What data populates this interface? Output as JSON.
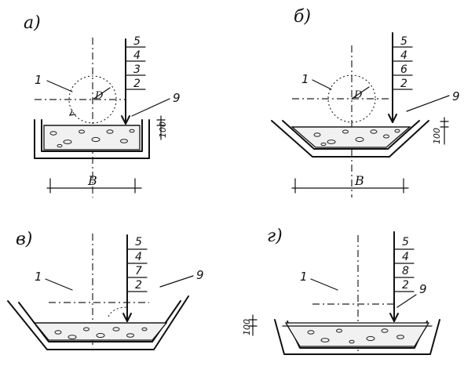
{
  "panels": [
    {
      "letter": "а)",
      "radius_label": "D",
      "marker_1": "1",
      "marker_9": "9",
      "layers": [
        "5",
        "4",
        "3",
        "2"
      ],
      "depth_label": "100",
      "width_label": "B"
    },
    {
      "letter": "б)",
      "radius_label": "D",
      "marker_1": "1",
      "marker_9": "9",
      "layers": [
        "5",
        "4",
        "6",
        "2"
      ],
      "depth_label": "100",
      "width_label": "B"
    },
    {
      "letter": "в)",
      "marker_1": "1",
      "marker_9": "9",
      "layers": [
        "5",
        "4",
        "7",
        "2"
      ]
    },
    {
      "letter": "г)",
      "marker_1": "1",
      "marker_9": "9",
      "layers": [
        "5",
        "4",
        "8",
        "2"
      ],
      "depth_label": "100"
    }
  ]
}
